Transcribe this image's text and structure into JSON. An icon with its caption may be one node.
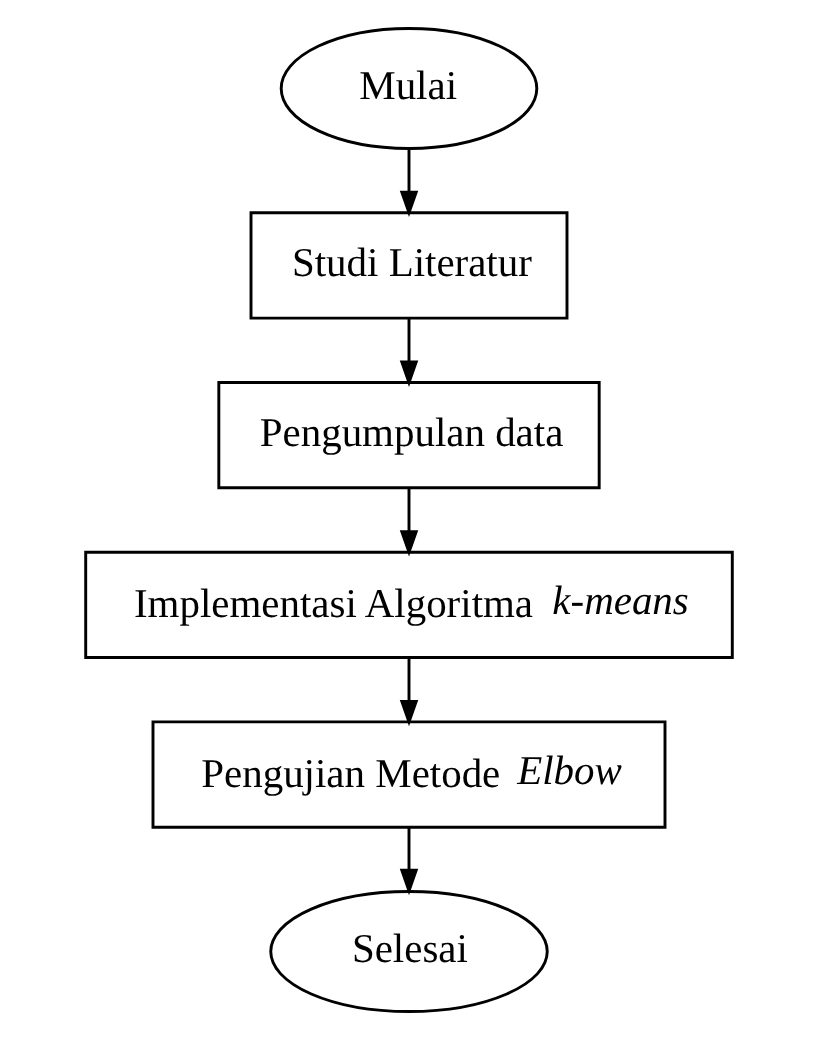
{
  "diagram": {
    "nodes": [
      {
        "text": [
          "Mulai"
        ]
      },
      {
        "text": [
          "Studi Literatur"
        ]
      },
      {
        "text": [
          "Pengumpulan data"
        ]
      },
      {
        "text": [
          "Implementasi Algoritma *k-means*"
        ]
      },
      {
        "text": [
          "Pengujian Metode *Elbow*"
        ]
      },
      {
        "text": [
          "Selesai"
        ]
      }
    ],
    "edges": [
      {
        "from": 0,
        "to": 1,
        "arrow": "to"
      },
      {
        "from": 1,
        "to": 2,
        "arrow": "to"
      },
      {
        "from": 2,
        "to": 3,
        "arrow": "to"
      },
      {
        "from": 3,
        "to": 4,
        "arrow": "to"
      },
      {
        "from": 4,
        "to": 5,
        "arrow": "to"
      }
    ]
  }
}
